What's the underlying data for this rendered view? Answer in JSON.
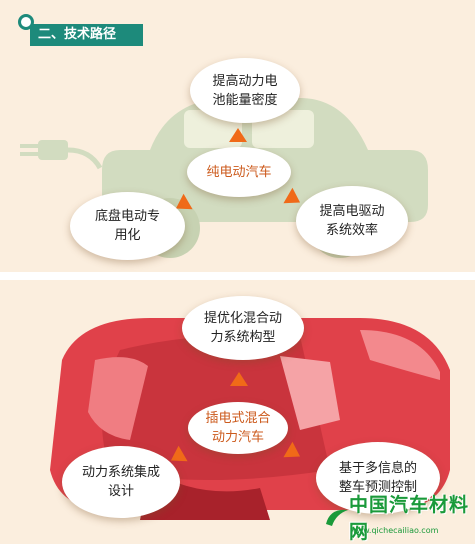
{
  "header": {
    "title": "二、技术路径"
  },
  "pure_ev": {
    "center": [
      "纯电动汽车"
    ],
    "top": [
      "提高动力电",
      "池能量密度"
    ],
    "left": [
      "底盘电动专",
      "用化"
    ],
    "right": [
      "提高电驱动",
      "系统效率"
    ]
  },
  "hybrid": {
    "center": [
      "插电式混合",
      "动力汽车"
    ],
    "top": [
      "提优化混合动",
      "力系统构型"
    ],
    "left": [
      "动力系统集成",
      "设计"
    ],
    "right": [
      "基于多信息的",
      "整车预测控制"
    ]
  },
  "watermark": {
    "text": "中国汽车材料网",
    "url": "www.qichecailiao.com"
  },
  "colors": {
    "accent": "#1d8a7b",
    "arrow": "#f06a18",
    "car": "#e0414a",
    "ev_graphic": "#d2dcc0"
  }
}
